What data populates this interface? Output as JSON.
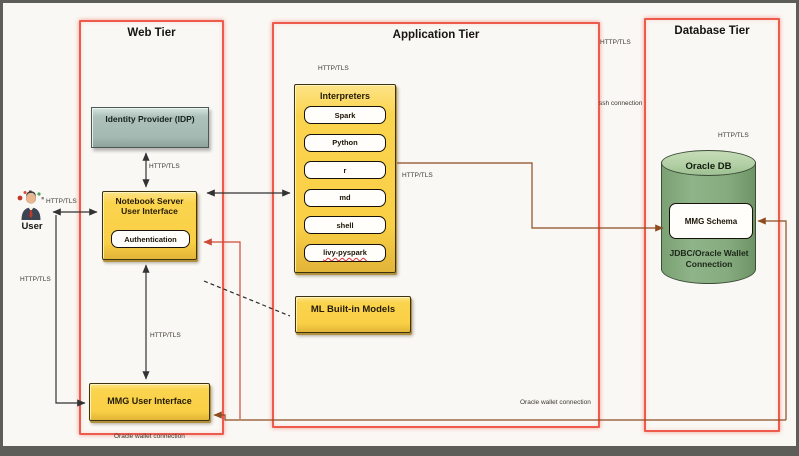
{
  "tiers": {
    "web": {
      "title": "Web Tier"
    },
    "application": {
      "title": "Application Tier"
    },
    "database": {
      "title": "Database Tier"
    }
  },
  "nodes": {
    "user": {
      "label": "User",
      "icon": "user-person-icon"
    },
    "idp": {
      "label": "Identity Provider (IDP)"
    },
    "notebook": {
      "label": "Notebook Server User Interface",
      "auth": "Authentication"
    },
    "mmg_ui": {
      "label": "MMG User Interface"
    },
    "interpreters": {
      "title": "Interpreters",
      "items": [
        "Spark",
        "Python",
        "r",
        "md",
        "shell",
        "livy-pyspark"
      ]
    },
    "ml_models": {
      "label": "ML Built-in Models"
    },
    "oracle_db": {
      "label": "Oracle DB",
      "schema": "MMG Schema",
      "connection": "JDBC/Oracle Wallet Connection",
      "icon": "database-cylinder-icon"
    }
  },
  "labels": {
    "http_tls": "HTTP/TLS",
    "ssh_connection": "ssh connection",
    "oracle_wallet_connection": "Oracle wallet connection"
  },
  "colors": {
    "tier_border_red": "#ee5a4c",
    "node_yellow": "#fbd24a",
    "idp_gray_green": "#a9beb7",
    "db_green": "#86ab7f",
    "wire_black": "#333333",
    "wire_brown": "#8e4c20",
    "wire_red": "#cf4a36"
  }
}
